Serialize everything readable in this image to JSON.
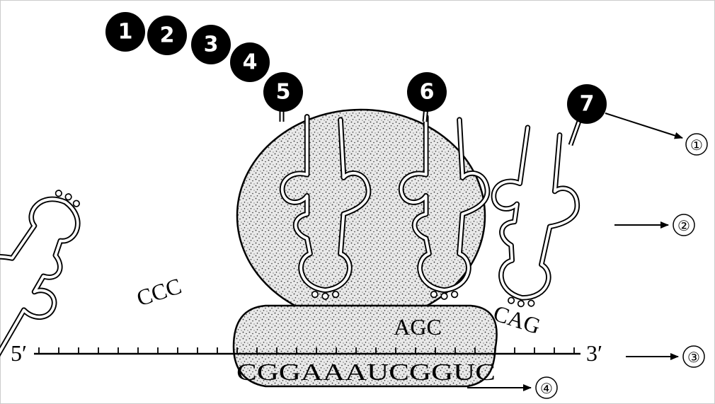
{
  "diagram": {
    "amino_acids": [
      "1",
      "2",
      "3",
      "4",
      "5",
      "6",
      "7"
    ],
    "mrna": {
      "five_prime": "5′",
      "three_prime": "3′",
      "sequence": "CGGAAAUCGGUC"
    },
    "anticodons": {
      "left_trna": "CCC",
      "middle_trna": "AGC",
      "right_trna": "CAG"
    },
    "callouts": [
      "①",
      "②",
      "③",
      "④"
    ]
  }
}
